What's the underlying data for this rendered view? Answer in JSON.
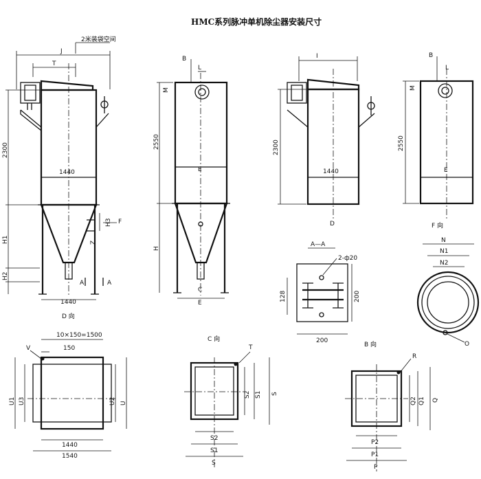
{
  "title": "HMC系列脉冲单机除尘器安装尺寸",
  "labels": {
    "bag_space": "2米装袋空间",
    "J": "J",
    "T": "T",
    "B": "B",
    "L": "L",
    "M": "M",
    "I": "I",
    "H": "H",
    "H1": "H1",
    "H2": "H2",
    "H3": "H3",
    "F": "F",
    "Z": "Z",
    "A": "A",
    "E": "E",
    "C": "C",
    "D": "D",
    "d2300": "2300",
    "d2550": "2550",
    "d1440": "1440",
    "d128": "128",
    "d200": "200",
    "hole": "2-ф20",
    "sec_aa": "A—A",
    "view_f": "F 向",
    "view_d": "D 向",
    "view_c": "C 向",
    "view_b": "B 向",
    "N": "N",
    "N1": "N1",
    "N2": "N2",
    "O": "O",
    "d10x150": "10×150=1500",
    "d150": "150",
    "V": "V",
    "U": "U",
    "U1": "U1",
    "U2": "U2",
    "U3": "U3",
    "d1540": "1540",
    "S": "S",
    "S1": "S1",
    "S2": "S2",
    "R": "R",
    "P": "P",
    "P1": "P1",
    "P2": "P2",
    "Q": "Q",
    "Q1": "Q1",
    "Q2": "Q2"
  }
}
